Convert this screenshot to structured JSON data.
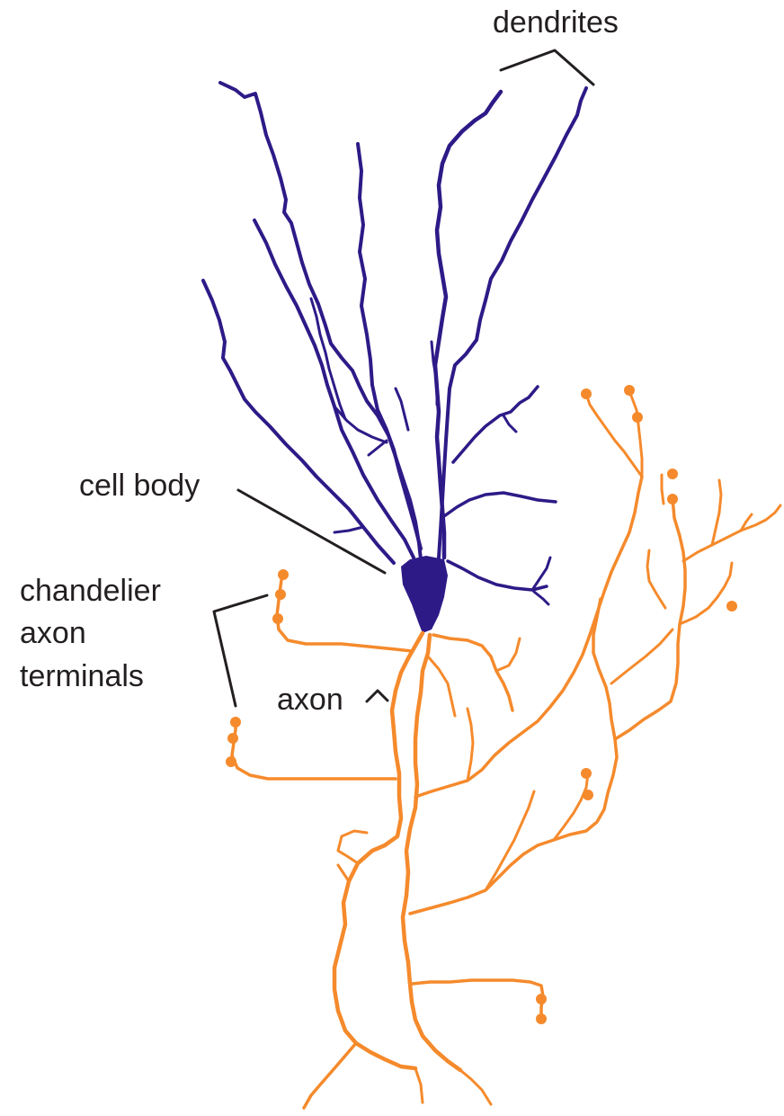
{
  "colors": {
    "dendrite": "#2e1a87",
    "axon": "#f58a2c",
    "label_text": "#231f20",
    "background": "#ffffff"
  },
  "labels": {
    "dendrites": "dendrites",
    "cell_body": "cell body",
    "chandelier_line1": "chandelier",
    "chandelier_line2": "axon",
    "chandelier_line3": "terminals",
    "axon": "axon"
  }
}
